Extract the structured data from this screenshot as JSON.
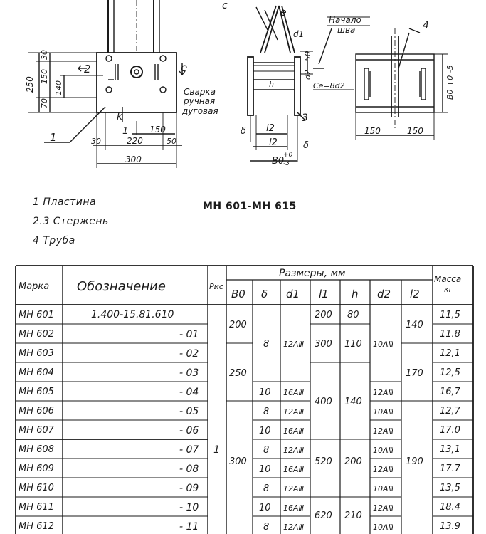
{
  "drawing": {
    "labels": {
      "c_top": "c",
      "e_top": "e",
      "d1": "d1",
      "nachalo": "Начало",
      "shva": "шва",
      "four": "4",
      "dim_250": "250",
      "dim_30": "30",
      "dim_150": "150",
      "dim_70": "70",
      "dim_140": "140",
      "two": "2",
      "e_arrow": "е",
      "svarka_1": "Сварка",
      "svarka_2": "ручная",
      "svarka_3": "дуговая",
      "k": "k",
      "one_a": "1",
      "one_b": "1",
      "dim_150b": "150",
      "dim_30b": "30",
      "dim_220": "220",
      "dim_50": "50",
      "dim_300": "300",
      "dim_50r": "50",
      "d2": "d2",
      "ce": "Cе=8d2",
      "three": "3",
      "delta_l": "δ",
      "l2a": "l2",
      "l2b": "l2",
      "delta_r": "δ",
      "b0": "B0",
      "tol_plus": "+0",
      "tol_minus": "-3",
      "b0_side": "B0 +0 -5",
      "dim_150c": "150",
      "dim_150d": "150",
      "h": "h"
    }
  },
  "legend": [
    "1  Пластина",
    "2.3  Стержень",
    "4  Труба"
  ],
  "series_title": "МН 601-МН 615",
  "table": {
    "headers": {
      "marka": "Марка",
      "oboznachenie": "Обозначение",
      "ris": "Рис",
      "razmery": "Размеры, мм",
      "b0": "B0",
      "delta": "δ",
      "d1": "d1",
      "l1": "l1",
      "h": "h",
      "d2": "d2",
      "l2": "l2",
      "massa": "Масса",
      "kg": "кг"
    },
    "rows": [
      {
        "marka": "МН 601",
        "oboz": "1.400-15.81.610",
        "mass": "11,5"
      },
      {
        "marka": "МН 602",
        "oboz": "- 01",
        "mass": "11.8"
      },
      {
        "marka": "МН 603",
        "oboz": "- 02",
        "mass": "12,1"
      },
      {
        "marka": "МН 604",
        "oboz": "- 03",
        "mass": "12,5"
      },
      {
        "marka": "МН 605",
        "oboz": "- 04",
        "mass": "16,7"
      },
      {
        "marka": "МН 606",
        "oboz": "- 05",
        "mass": "12,7"
      },
      {
        "marka": "МН 607",
        "oboz": "- 06",
        "mass": "17.0"
      },
      {
        "marka": "МН 608",
        "oboz": "- 07",
        "mass": "13,1"
      },
      {
        "marka": "МН 609",
        "oboz": "- 08",
        "mass": "17.7"
      },
      {
        "marka": "МН 610",
        "oboz": "- 09",
        "mass": "13,5"
      },
      {
        "marka": "МН 611",
        "oboz": "- 10",
        "mass": "18.4"
      },
      {
        "marka": "МН 612",
        "oboz": "- 11",
        "mass": "13.9"
      }
    ],
    "ris": "1",
    "b0_values": [
      "200",
      "250",
      "300"
    ],
    "delta_values": [
      "8",
      "10",
      "8",
      "10",
      "8",
      "10",
      "8",
      "10",
      "8"
    ],
    "d1_values": [
      "12AⅢ",
      "16AⅢ",
      "12AⅢ",
      "16AⅢ",
      "12AⅢ",
      "16AⅢ",
      "12AⅢ",
      "16AⅢ",
      "12AⅢ"
    ],
    "l1_values": [
      "200",
      "300",
      "400",
      "520",
      "620"
    ],
    "h_values": [
      "80",
      "110",
      "140",
      "200",
      "210"
    ],
    "d2_values": [
      "10AⅢ",
      "12AⅢ",
      "10AⅢ",
      "12AⅢ",
      "10AⅢ",
      "12AⅢ",
      "10AⅢ",
      "12AⅢ",
      "10AⅢ"
    ],
    "l2_values": [
      "140",
      "170",
      "190"
    ]
  }
}
